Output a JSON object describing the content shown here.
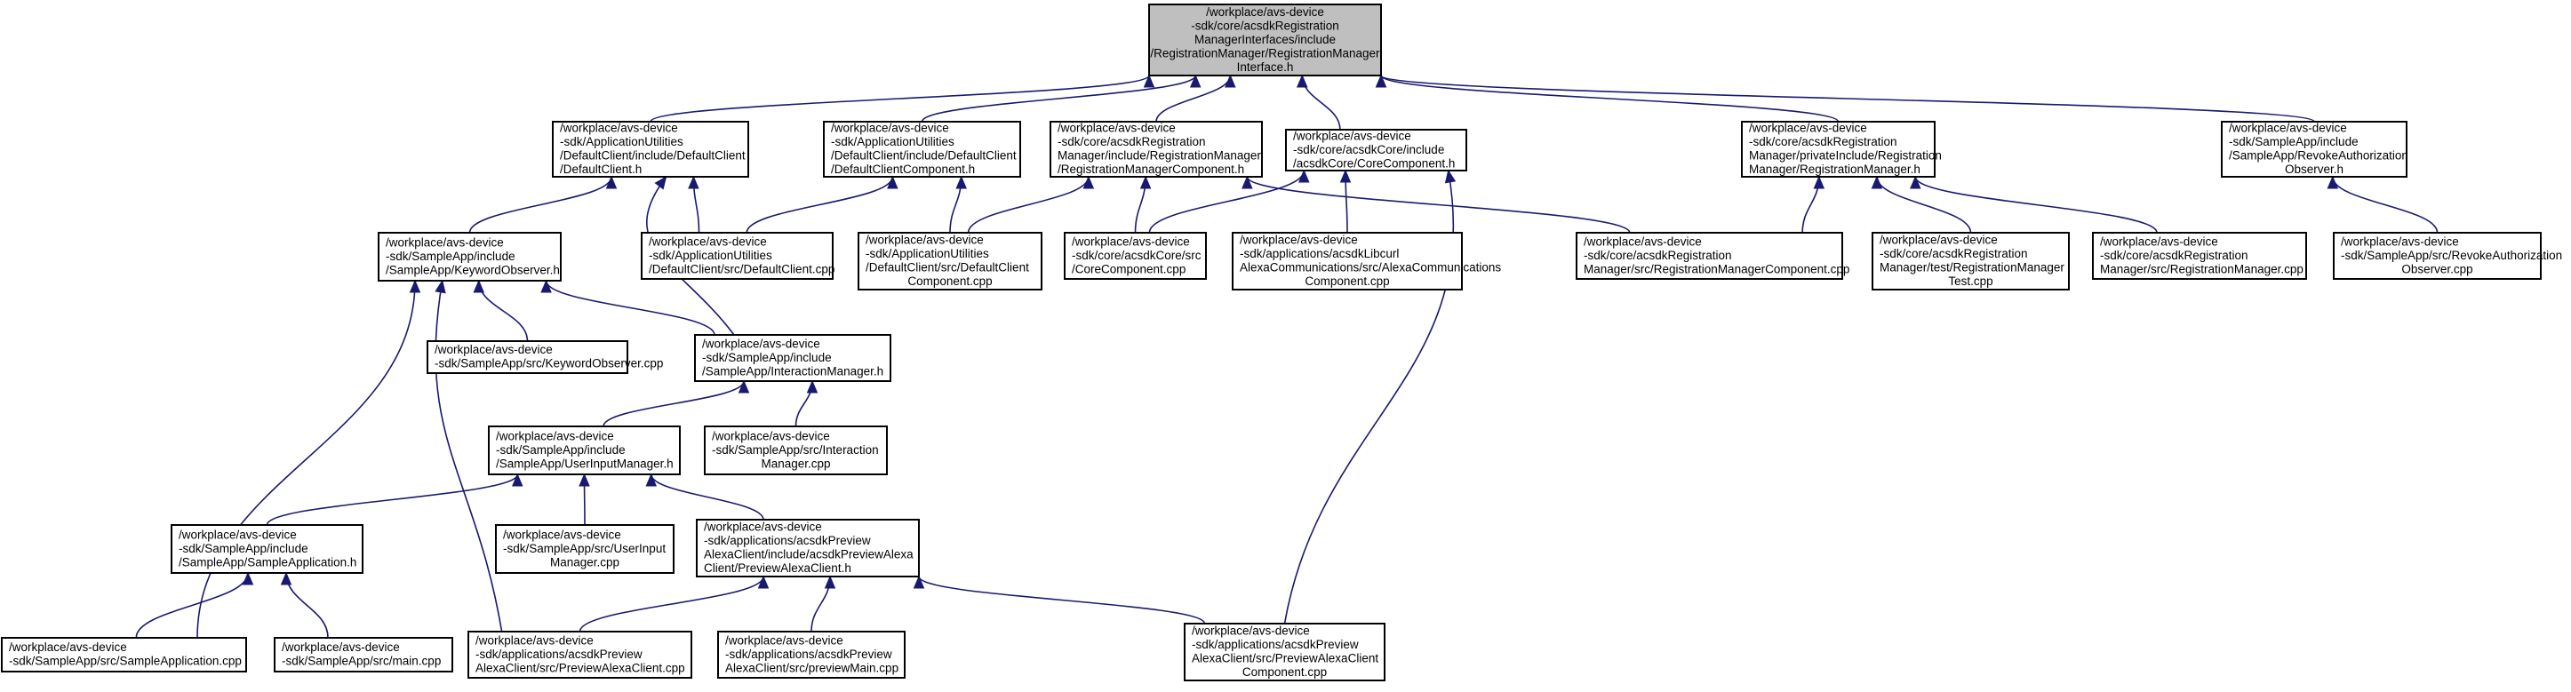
{
  "nodes": [
    {
      "id": "registration_manager_interface_h",
      "lines": [
        "/workplace/avs-device",
        "-sdk/core/acsdkRegistration",
        "ManagerInterfaces/include",
        "/RegistrationManager/RegistrationManager",
        "Interface.h"
      ],
      "highlighted": true
    },
    {
      "id": "default_client_h",
      "lines": [
        "/workplace/avs-device",
        "-sdk/ApplicationUtilities",
        "/DefaultClient/include/DefaultClient",
        "/DefaultClient.h"
      ]
    },
    {
      "id": "default_client_component_h",
      "lines": [
        "/workplace/avs-device",
        "-sdk/ApplicationUtilities",
        "/DefaultClient/include/DefaultClient",
        "/DefaultClientComponent.h"
      ]
    },
    {
      "id": "registration_manager_component_h",
      "lines": [
        "/workplace/avs-device",
        "-sdk/core/acsdkRegistration",
        "Manager/include/RegistrationManager",
        "/RegistrationManagerComponent.h"
      ]
    },
    {
      "id": "core_component_h",
      "lines": [
        "/workplace/avs-device",
        "-sdk/core/acsdkCore/include",
        "/acsdkCore/CoreComponent.h"
      ]
    },
    {
      "id": "registration_manager_private_h",
      "lines": [
        "/workplace/avs-device",
        "-sdk/core/acsdkRegistration",
        "Manager/privateInclude/Registration",
        "Manager/RegistrationManager.h"
      ]
    },
    {
      "id": "revoke_authorization_observer_h",
      "lines": [
        "/workplace/avs-device",
        "-sdk/SampleApp/include",
        "/SampleApp/RevokeAuthorization",
        "Observer.h"
      ]
    },
    {
      "id": "keyword_observer_h",
      "lines": [
        "/workplace/avs-device",
        "-sdk/SampleApp/include",
        "/SampleApp/KeywordObserver.h"
      ]
    },
    {
      "id": "default_client_cpp",
      "lines": [
        "/workplace/avs-device",
        "-sdk/ApplicationUtilities",
        "/DefaultClient/src/DefaultClient.cpp"
      ]
    },
    {
      "id": "default_client_component_cpp",
      "lines": [
        "/workplace/avs-device",
        "-sdk/ApplicationUtilities",
        "/DefaultClient/src/DefaultClient",
        "Component.cpp"
      ]
    },
    {
      "id": "core_component_cpp",
      "lines": [
        "/workplace/avs-device",
        "-sdk/core/acsdkCore/src",
        "/CoreComponent.cpp"
      ]
    },
    {
      "id": "alexa_communications_component_cpp",
      "lines": [
        "/workplace/avs-device",
        "-sdk/applications/acsdkLibcurl",
        "AlexaCommunications/src/AlexaCommunications",
        "Component.cpp"
      ]
    },
    {
      "id": "registration_manager_component_cpp",
      "lines": [
        "/workplace/avs-device",
        "-sdk/core/acsdkRegistration",
        "Manager/src/RegistrationManagerComponent.cpp"
      ]
    },
    {
      "id": "registration_manager_test_cpp",
      "lines": [
        "/workplace/avs-device",
        "-sdk/core/acsdkRegistration",
        "Manager/test/RegistrationManager",
        "Test.cpp"
      ]
    },
    {
      "id": "registration_manager_cpp",
      "lines": [
        "/workplace/avs-device",
        "-sdk/core/acsdkRegistration",
        "Manager/src/RegistrationManager.cpp"
      ]
    },
    {
      "id": "revoke_authorization_observer_cpp",
      "lines": [
        "/workplace/avs-device",
        "-sdk/SampleApp/src/RevokeAuthorization",
        "Observer.cpp"
      ]
    },
    {
      "id": "keyword_observer_cpp",
      "lines": [
        "/workplace/avs-device",
        "-sdk/SampleApp/src/KeywordObserver.cpp"
      ]
    },
    {
      "id": "interaction_manager_h",
      "lines": [
        "/workplace/avs-device",
        "-sdk/SampleApp/include",
        "/SampleApp/InteractionManager.h"
      ]
    },
    {
      "id": "user_input_manager_h",
      "lines": [
        "/workplace/avs-device",
        "-sdk/SampleApp/include",
        "/SampleApp/UserInputManager.h"
      ]
    },
    {
      "id": "interaction_manager_cpp",
      "lines": [
        "/workplace/avs-device",
        "-sdk/SampleApp/src/Interaction",
        "Manager.cpp"
      ]
    },
    {
      "id": "sample_application_h",
      "lines": [
        "/workplace/avs-device",
        "-sdk/SampleApp/include",
        "/SampleApp/SampleApplication.h"
      ]
    },
    {
      "id": "user_input_manager_cpp",
      "lines": [
        "/workplace/avs-device",
        "-sdk/SampleApp/src/UserInput",
        "Manager.cpp"
      ]
    },
    {
      "id": "preview_alexa_client_h",
      "lines": [
        "/workplace/avs-device",
        "-sdk/applications/acsdkPreview",
        "AlexaClient/include/acsdkPreviewAlexa",
        "Client/PreviewAlexaClient.h"
      ]
    },
    {
      "id": "sample_application_cpp",
      "lines": [
        "/workplace/avs-device",
        "-sdk/SampleApp/src/SampleApplication.cpp"
      ]
    },
    {
      "id": "main_cpp",
      "lines": [
        "/workplace/avs-device",
        "-sdk/SampleApp/src/main.cpp"
      ]
    },
    {
      "id": "preview_alexa_client_cpp",
      "lines": [
        "/workplace/avs-device",
        "-sdk/applications/acsdkPreview",
        "AlexaClient/src/PreviewAlexaClient.cpp"
      ]
    },
    {
      "id": "preview_main_cpp",
      "lines": [
        "/workplace/avs-device",
        "-sdk/applications/acsdkPreview",
        "AlexaClient/src/previewMain.cpp"
      ]
    },
    {
      "id": "preview_alexa_client_component_cpp",
      "lines": [
        "/workplace/avs-device",
        "-sdk/applications/acsdkPreview",
        "AlexaClient/src/PreviewAlexaClient",
        "Component.cpp"
      ]
    }
  ],
  "edges": [
    {
      "from": "default_client_h",
      "to": "registration_manager_interface_h"
    },
    {
      "from": "default_client_component_h",
      "to": "registration_manager_interface_h"
    },
    {
      "from": "registration_manager_component_h",
      "to": "registration_manager_interface_h"
    },
    {
      "from": "core_component_h",
      "to": "registration_manager_interface_h"
    },
    {
      "from": "registration_manager_private_h",
      "to": "registration_manager_interface_h"
    },
    {
      "from": "revoke_authorization_observer_h",
      "to": "registration_manager_interface_h"
    },
    {
      "from": "keyword_observer_h",
      "to": "default_client_h"
    },
    {
      "from": "default_client_cpp",
      "to": "default_client_h"
    },
    {
      "from": "interaction_manager_h",
      "to": "default_client_h"
    },
    {
      "from": "default_client_cpp",
      "to": "default_client_component_h"
    },
    {
      "from": "default_client_component_cpp",
      "to": "default_client_component_h"
    },
    {
      "from": "default_client_component_cpp",
      "to": "registration_manager_component_h"
    },
    {
      "from": "core_component_cpp",
      "to": "registration_manager_component_h"
    },
    {
      "from": "registration_manager_component_cpp",
      "to": "registration_manager_component_h"
    },
    {
      "from": "core_component_cpp",
      "to": "core_component_h"
    },
    {
      "from": "alexa_communications_component_cpp",
      "to": "core_component_h"
    },
    {
      "from": "preview_alexa_client_component_cpp",
      "to": "core_component_h"
    },
    {
      "from": "registration_manager_component_cpp",
      "to": "registration_manager_private_h"
    },
    {
      "from": "registration_manager_test_cpp",
      "to": "registration_manager_private_h"
    },
    {
      "from": "registration_manager_cpp",
      "to": "registration_manager_private_h"
    },
    {
      "from": "revoke_authorization_observer_cpp",
      "to": "revoke_authorization_observer_h"
    },
    {
      "from": "keyword_observer_cpp",
      "to": "keyword_observer_h"
    },
    {
      "from": "interaction_manager_h",
      "to": "keyword_observer_h"
    },
    {
      "from": "sample_application_cpp",
      "to": "keyword_observer_h"
    },
    {
      "from": "preview_alexa_client_cpp",
      "to": "keyword_observer_h"
    },
    {
      "from": "user_input_manager_h",
      "to": "interaction_manager_h"
    },
    {
      "from": "interaction_manager_cpp",
      "to": "interaction_manager_h"
    },
    {
      "from": "sample_application_h",
      "to": "user_input_manager_h"
    },
    {
      "from": "user_input_manager_cpp",
      "to": "user_input_manager_h"
    },
    {
      "from": "preview_alexa_client_h",
      "to": "user_input_manager_h"
    },
    {
      "from": "sample_application_cpp",
      "to": "sample_application_h"
    },
    {
      "from": "main_cpp",
      "to": "sample_application_h"
    },
    {
      "from": "preview_alexa_client_cpp",
      "to": "preview_alexa_client_h"
    },
    {
      "from": "preview_main_cpp",
      "to": "preview_alexa_client_h"
    },
    {
      "from": "preview_alexa_client_component_cpp",
      "to": "preview_alexa_client_h"
    }
  ]
}
